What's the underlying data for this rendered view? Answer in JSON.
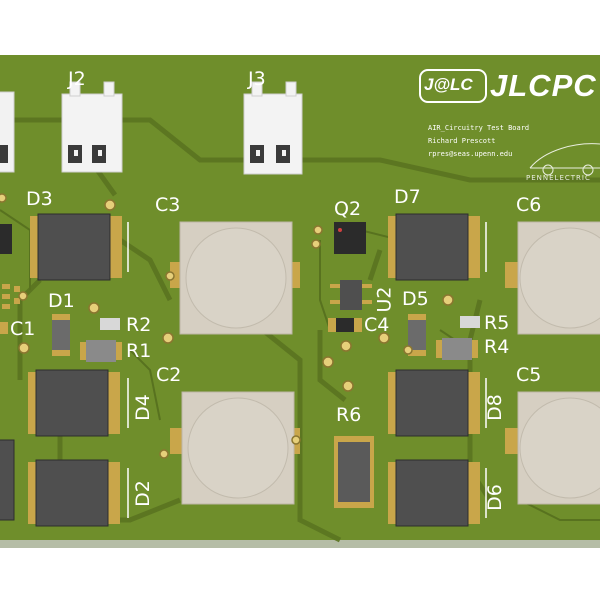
{
  "board": {
    "colors": {
      "soldermask": "#6f8e2b",
      "trace": "#5e7a22",
      "silkscreen": "#ffffff",
      "pad": "#c9a64a",
      "component_body": "#4a4a4a",
      "capacitor": "#d6cfc2",
      "connector": "#f2f2f2"
    },
    "connectors": [
      "J2",
      "J3"
    ],
    "designators": {
      "D3": "D3",
      "C3": "C3",
      "Q2": "Q2",
      "D7": "D7",
      "C6": "C6",
      "D1": "D1",
      "R2": "R2",
      "R1": "R1",
      "C1": "C1",
      "U2": "U2",
      "D5": "D5",
      "C4": "C4",
      "R5": "R5",
      "R4": "R4",
      "C2": "C2",
      "D4": "D4",
      "R6": "R6",
      "D8": "D8",
      "C5": "C5",
      "D2": "D2",
      "D6": "D6"
    },
    "logo": {
      "jlc": "J@LC",
      "jlcpcb": "JLCPC"
    },
    "info": {
      "line1": "AIR_Circuitry Test Board",
      "line2": "Richard Prescott",
      "line3": "rpres@seas.upenn.edu"
    },
    "brand": "PENNELECTRIC"
  }
}
